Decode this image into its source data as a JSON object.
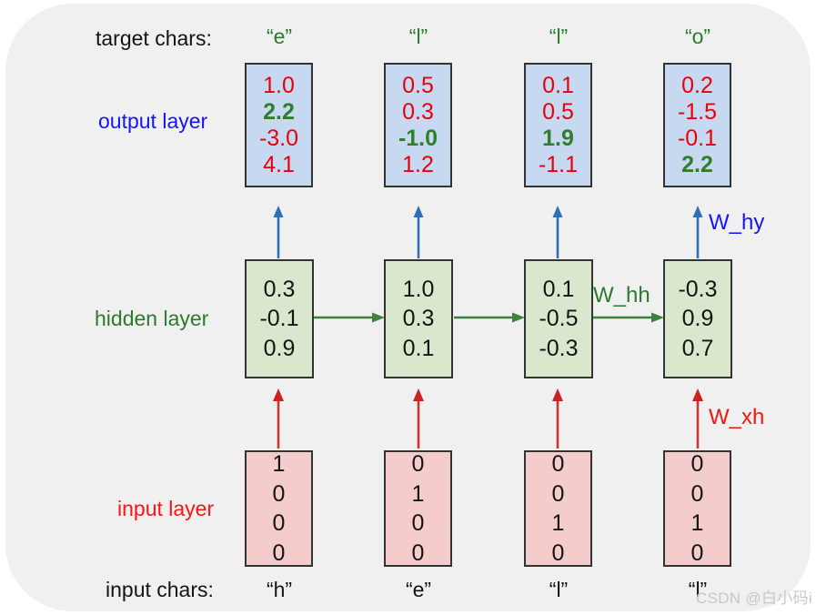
{
  "diagram": {
    "title": "Recurrent Neural Network character-level unrolled diagram",
    "colors": {
      "panel_background": "#f0f0f0",
      "page_background": "#ffffff",
      "output_box_fill": "#c6d9f1",
      "hidden_box_fill": "#d9e8cd",
      "input_box_fill": "#f4cccc",
      "box_border": "#333333",
      "output_label": "#1414ff",
      "hidden_label": "#2c7a2c",
      "input_label": "#fa1414",
      "value_red": "#e8000a",
      "value_green": "#2f7d2f",
      "arrow_blue": "#2f6fb5",
      "arrow_green": "#3f7f3f",
      "arrow_red": "#cc3333"
    },
    "row_labels": {
      "target_chars": "target chars:",
      "output_layer": "output layer",
      "hidden_layer": "hidden layer",
      "input_layer": "input layer",
      "input_chars": "input chars:"
    },
    "weights": {
      "w_hy": "W_hy",
      "w_xh": "W_xh",
      "w_hh": "W_hh"
    },
    "target_chars": [
      "“e”",
      "“l”",
      "“l”",
      "“o”"
    ],
    "input_chars": [
      "“h”",
      "“e”",
      "“l”",
      "“l”"
    ],
    "timesteps": [
      {
        "index": 1,
        "input_char": "“h”",
        "target_char": "“e”",
        "output_values": [
          "1.0",
          "2.2",
          "-3.0",
          "4.1"
        ],
        "output_highlight_index": 1,
        "hidden_values": [
          "0.3",
          "-0.1",
          "0.9"
        ],
        "input_values": [
          "1",
          "0",
          "0",
          "0"
        ]
      },
      {
        "index": 2,
        "input_char": "“e”",
        "target_char": "“l”",
        "output_values": [
          "0.5",
          "0.3",
          "-1.0",
          "1.2"
        ],
        "output_highlight_index": 2,
        "hidden_values": [
          "1.0",
          "0.3",
          "0.1"
        ],
        "input_values": [
          "0",
          "1",
          "0",
          "0"
        ]
      },
      {
        "index": 3,
        "input_char": "“l”",
        "target_char": "“l”",
        "output_values": [
          "0.1",
          "0.5",
          "1.9",
          "-1.1"
        ],
        "output_highlight_index": 2,
        "hidden_values": [
          "0.1",
          "-0.5",
          "-0.3"
        ],
        "input_values": [
          "0",
          "0",
          "1",
          "0"
        ]
      },
      {
        "index": 4,
        "input_char": "“l”",
        "target_char": "“o”",
        "output_values": [
          "0.2",
          "-1.5",
          "-0.1",
          "2.2"
        ],
        "output_highlight_index": 3,
        "hidden_values": [
          "-0.3",
          "0.9",
          "0.7"
        ],
        "input_values": [
          "0",
          "0",
          "1",
          "0"
        ]
      }
    ],
    "watermark": "CSDN @白小码i"
  }
}
